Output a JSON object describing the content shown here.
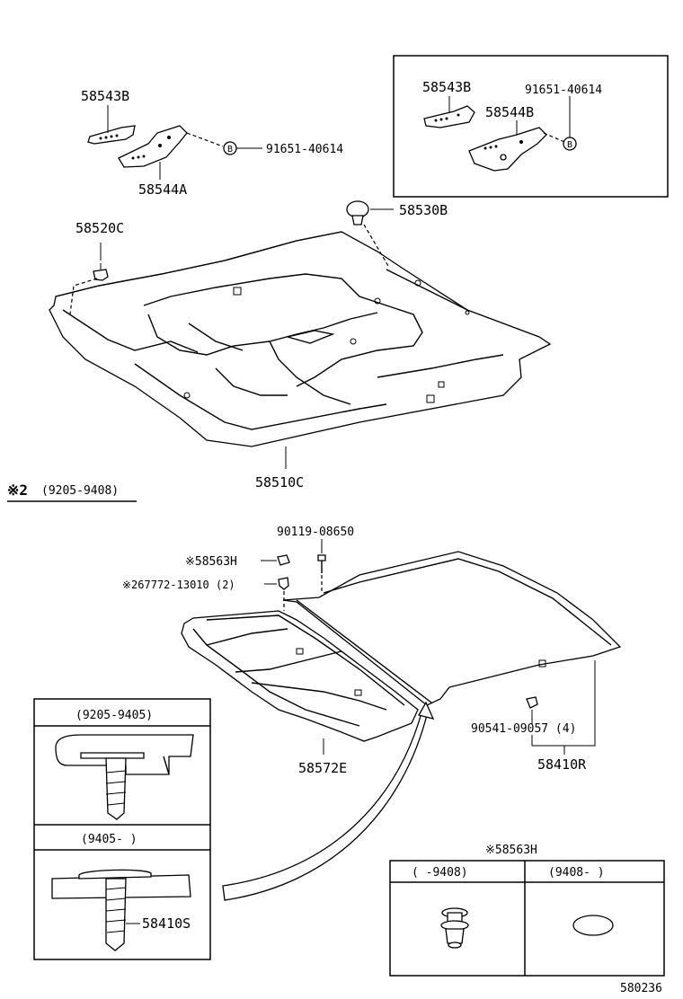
{
  "labels": {
    "p58543B_top": "58543B",
    "p58544A": "58544A",
    "p91651_top": "91651-40614",
    "p58543B_box": "58543B",
    "p91651_box": "91651-40614",
    "p58544B": "58544B",
    "p58530B": "58530B",
    "p58520C": "58520C",
    "p58510C": "58510C",
    "note_mark": "※2",
    "note_range": "(9205-9408)",
    "p90119": "90119-08650",
    "p58563H_a": "※58563H",
    "p267772": "※267772-13010 (2)",
    "p58572E": "58572E",
    "p90541": "90541-09057 (4)",
    "p58410R": "58410R",
    "p58410S": "58410S",
    "box1_head": "(9205-9405)",
    "box1_head2": "(9405-      )",
    "p58563H_b": "※58563H",
    "box2_col1": "(     -9408)",
    "box2_col2": "(9408-      )",
    "bolt_letter": "B",
    "diagram_id": "580236"
  }
}
